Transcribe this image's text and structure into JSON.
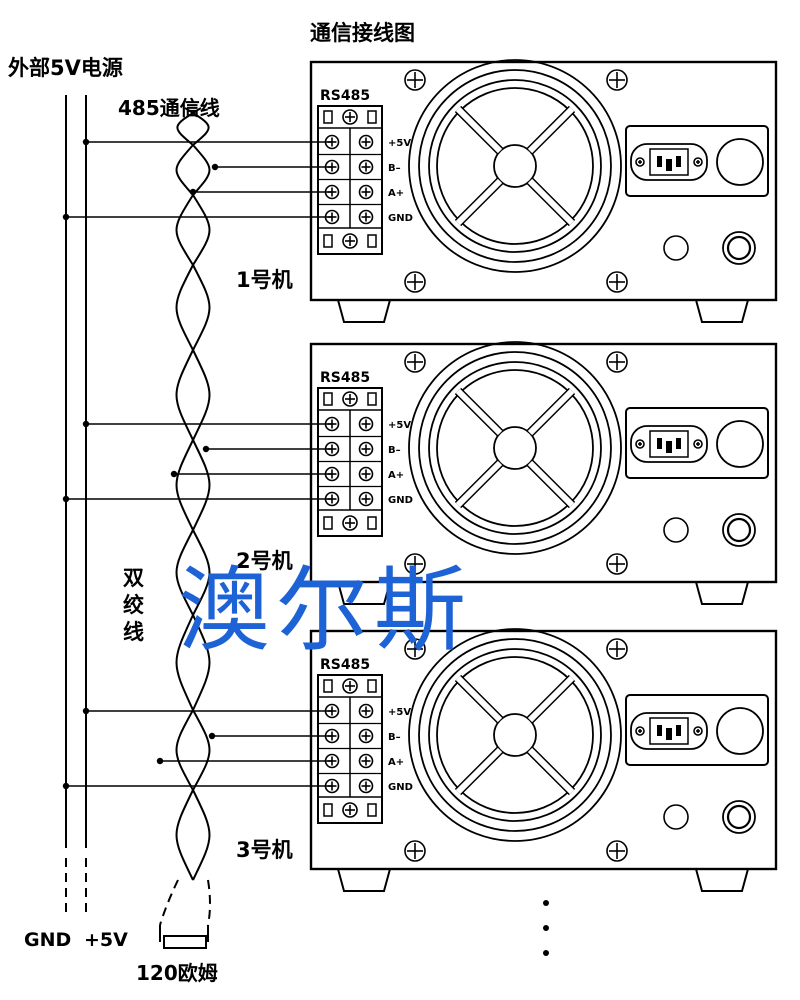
{
  "title": "通信接线图",
  "power_label": "外部5V电源",
  "comm_line_label": "485通信线",
  "twisted_label": [
    "双",
    "绞",
    "线"
  ],
  "watermark": "澳尔斯",
  "rs485_label": "RS485",
  "terminals": [
    "+5V",
    "B–",
    "A+",
    "GND"
  ],
  "units": [
    "1号机",
    "2号机",
    "3号机"
  ],
  "gnd_label": "GND",
  "plus5v_label": "+5V",
  "resistor_label": "120欧姆",
  "colors": {
    "line": "#000000",
    "watermark": "#1e63d6",
    "background": "#ffffff"
  }
}
